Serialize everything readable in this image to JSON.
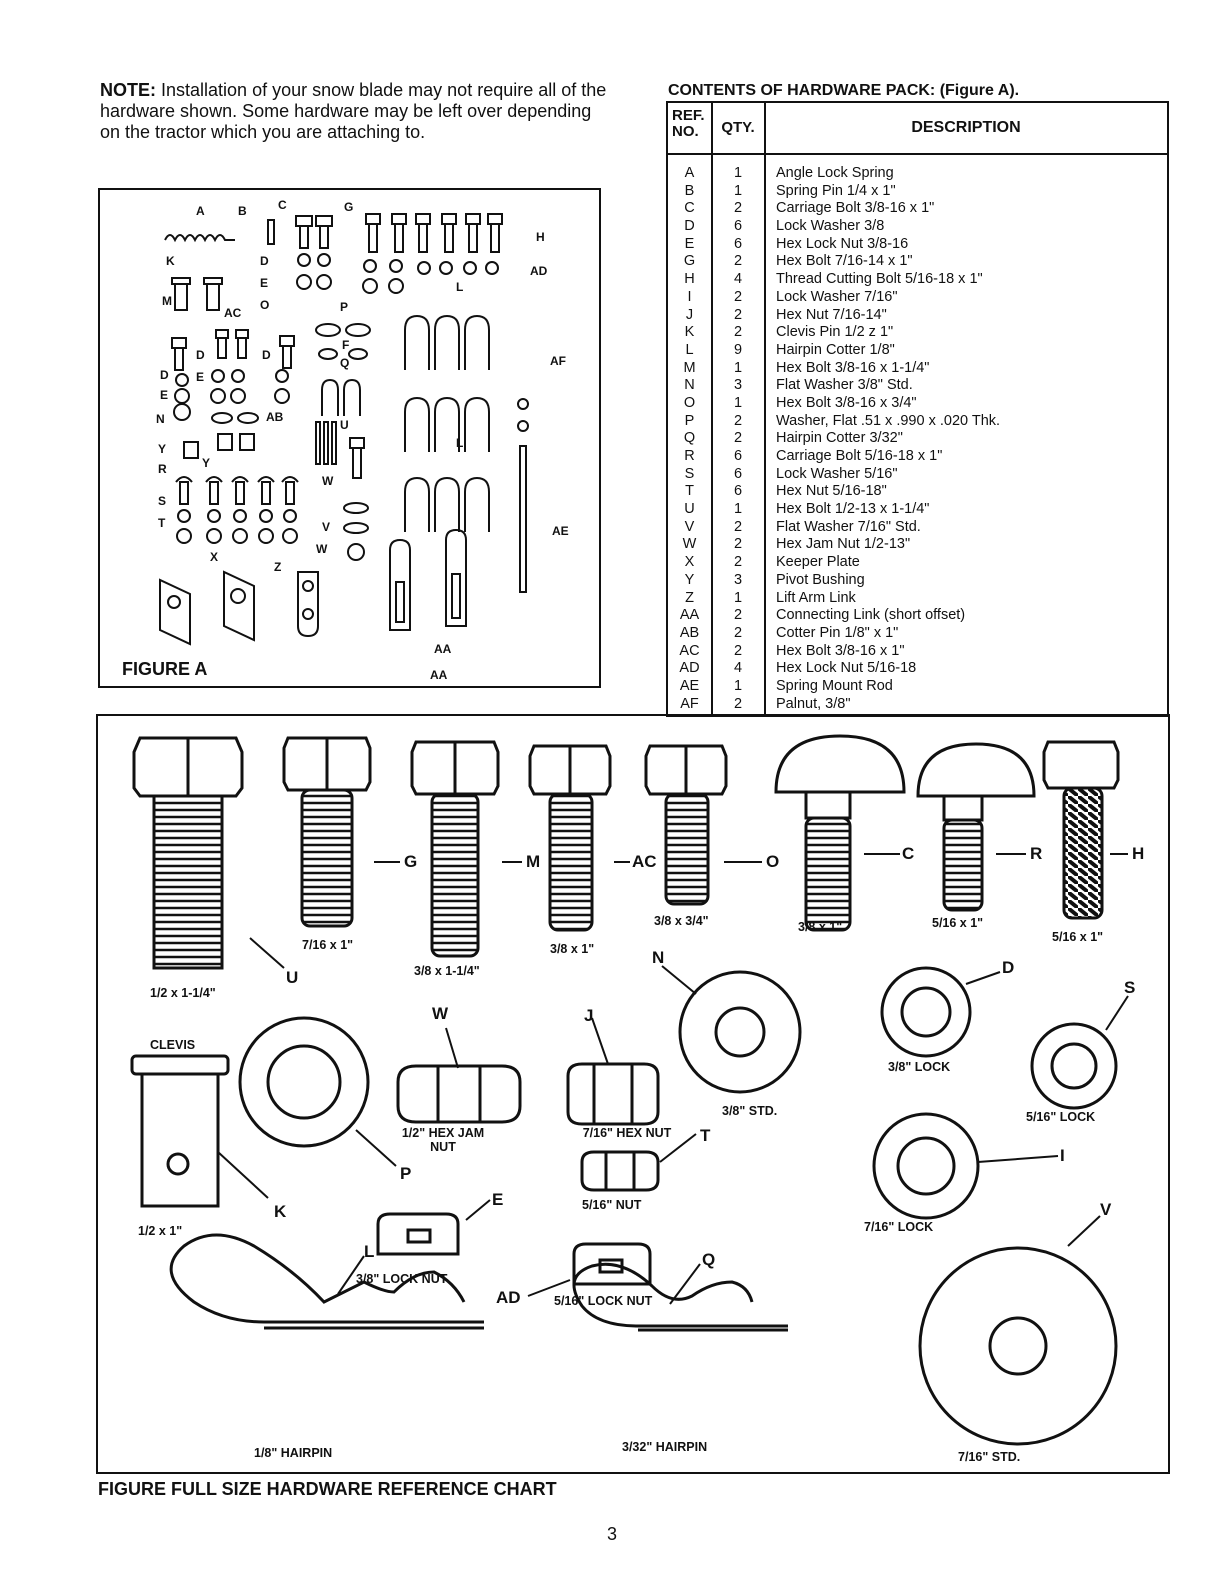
{
  "note": {
    "label": "NOTE:",
    "text": "Installation of your snow blade may not require all of the hardware shown. Some hardware may be left over depending on the tractor which you are attaching to."
  },
  "figure_a": {
    "title": "FIGURE A",
    "labels": [
      "A",
      "B",
      "C",
      "G",
      "H",
      "K",
      "D",
      "E",
      "AD",
      "M",
      "AC",
      "O",
      "P",
      "L",
      "F",
      "Q",
      "D",
      "E",
      "D",
      "AF",
      "D",
      "E",
      "N",
      "AB",
      "U",
      "L",
      "Y",
      "Y",
      "R",
      "W",
      "S",
      "T",
      "V",
      "W",
      "X",
      "Z",
      "AE",
      "AA",
      "AA"
    ]
  },
  "contents": {
    "title": "CONTENTS OF HARDWARE PACK: (Figure A).",
    "headers": {
      "ref": "REF. NO.",
      "qty": "QTY.",
      "desc": "DESCRIPTION"
    },
    "rows": [
      {
        "ref": "A",
        "qty": "1",
        "desc": "Angle Lock Spring"
      },
      {
        "ref": "B",
        "qty": "1",
        "desc": "Spring Pin 1/4 x 1\""
      },
      {
        "ref": "C",
        "qty": "2",
        "desc": "Carriage Bolt 3/8-16 x 1\""
      },
      {
        "ref": "D",
        "qty": "6",
        "desc": "Lock Washer 3/8"
      },
      {
        "ref": "E",
        "qty": "6",
        "desc": "Hex Lock Nut 3/8-16"
      },
      {
        "ref": "G",
        "qty": "2",
        "desc": "Hex Bolt 7/16-14 x 1\""
      },
      {
        "ref": "H",
        "qty": "4",
        "desc": "Thread Cutting Bolt 5/16-18 x 1\""
      },
      {
        "ref": "I",
        "qty": "2",
        "desc": "Lock Washer 7/16\""
      },
      {
        "ref": "J",
        "qty": "2",
        "desc": "Hex Nut 7/16-14\""
      },
      {
        "ref": "K",
        "qty": "2",
        "desc": "Clevis Pin 1/2 z 1\""
      },
      {
        "ref": "L",
        "qty": "9",
        "desc": "Hairpin Cotter 1/8\""
      },
      {
        "ref": "M",
        "qty": "1",
        "desc": "Hex Bolt 3/8-16 x 1-1/4\""
      },
      {
        "ref": "N",
        "qty": "3",
        "desc": "Flat Washer 3/8\" Std."
      },
      {
        "ref": "O",
        "qty": "1",
        "desc": "Hex Bolt 3/8-16 x 3/4\""
      },
      {
        "ref": "P",
        "qty": "2",
        "desc": "Washer, Flat .51 x .990 x .020 Thk."
      },
      {
        "ref": "Q",
        "qty": "2",
        "desc": "Hairpin Cotter 3/32\""
      },
      {
        "ref": "R",
        "qty": "6",
        "desc": "Carriage Bolt 5/16-18 x 1\""
      },
      {
        "ref": "S",
        "qty": "6",
        "desc": "Lock Washer 5/16\""
      },
      {
        "ref": "T",
        "qty": "6",
        "desc": "Hex Nut 5/16-18\""
      },
      {
        "ref": "U",
        "qty": "1",
        "desc": "Hex Bolt 1/2-13 x 1-1/4\""
      },
      {
        "ref": "V",
        "qty": "2",
        "desc": "Flat Washer 7/16\" Std."
      },
      {
        "ref": "W",
        "qty": "2",
        "desc": "Hex Jam Nut 1/2-13\""
      },
      {
        "ref": "X",
        "qty": "2",
        "desc": "Keeper Plate"
      },
      {
        "ref": "Y",
        "qty": "3",
        "desc": "Pivot Bushing"
      },
      {
        "ref": "Z",
        "qty": "1",
        "desc": "Lift Arm Link"
      },
      {
        "ref": "AA",
        "qty": "2",
        "desc": "Connecting Link (short offset)"
      },
      {
        "ref": "AB",
        "qty": "2",
        "desc": "Cotter Pin 1/8\" x 1\""
      },
      {
        "ref": "AC",
        "qty": "2",
        "desc": "Hex Bolt 3/8-16 x 1\""
      },
      {
        "ref": "AD",
        "qty": "4",
        "desc": "Hex Lock Nut 5/16-18"
      },
      {
        "ref": "AE",
        "qty": "1",
        "desc": "Spring Mount Rod"
      },
      {
        "ref": "AF",
        "qty": "2",
        "desc": "Palnut, 3/8\""
      }
    ]
  },
  "chart": {
    "title": "FIGURE FULL SIZE HARDWARE REFERENCE CHART",
    "letters": {
      "U": "U",
      "G": "G",
      "M": "M",
      "AC": "AC",
      "O": "O",
      "C": "C",
      "R": "R",
      "H": "H",
      "N": "N",
      "D": "D",
      "S": "S",
      "W": "W",
      "J": "J",
      "K": "K",
      "P": "P",
      "E": "E",
      "T": "T",
      "I": "I",
      "V": "V",
      "AD": "AD",
      "L": "L",
      "Q": "Q"
    },
    "sizes": {
      "u": "1/2 x 1-1/4\"",
      "g": "7/16 x 1\"",
      "m": "3/8 x 1-1/4\"",
      "ac": "3/8 x 1\"",
      "o": "3/8 x 3/4\"",
      "c": "3/8 x 1\"",
      "r": "5/16 x 1\"",
      "h": "5/16 x 1\"",
      "clevis": "CLEVIS",
      "k": "1/2 x 1\"",
      "w": "1/2\" HEX JAM NUT",
      "j": "7/16\" HEX NUT",
      "n": "3/8\" STD.",
      "d": "3/8\" LOCK",
      "s": "5/16\" LOCK",
      "t": "5/16\" NUT",
      "e": "3/8\" LOCK NUT",
      "ad": "5/16\" LOCK NUT",
      "i": "7/16\" LOCK",
      "l": "1/8\" HAIRPIN",
      "q": "3/32\" HAIRPIN",
      "v": "7/16\" STD."
    }
  },
  "page_number": "3"
}
